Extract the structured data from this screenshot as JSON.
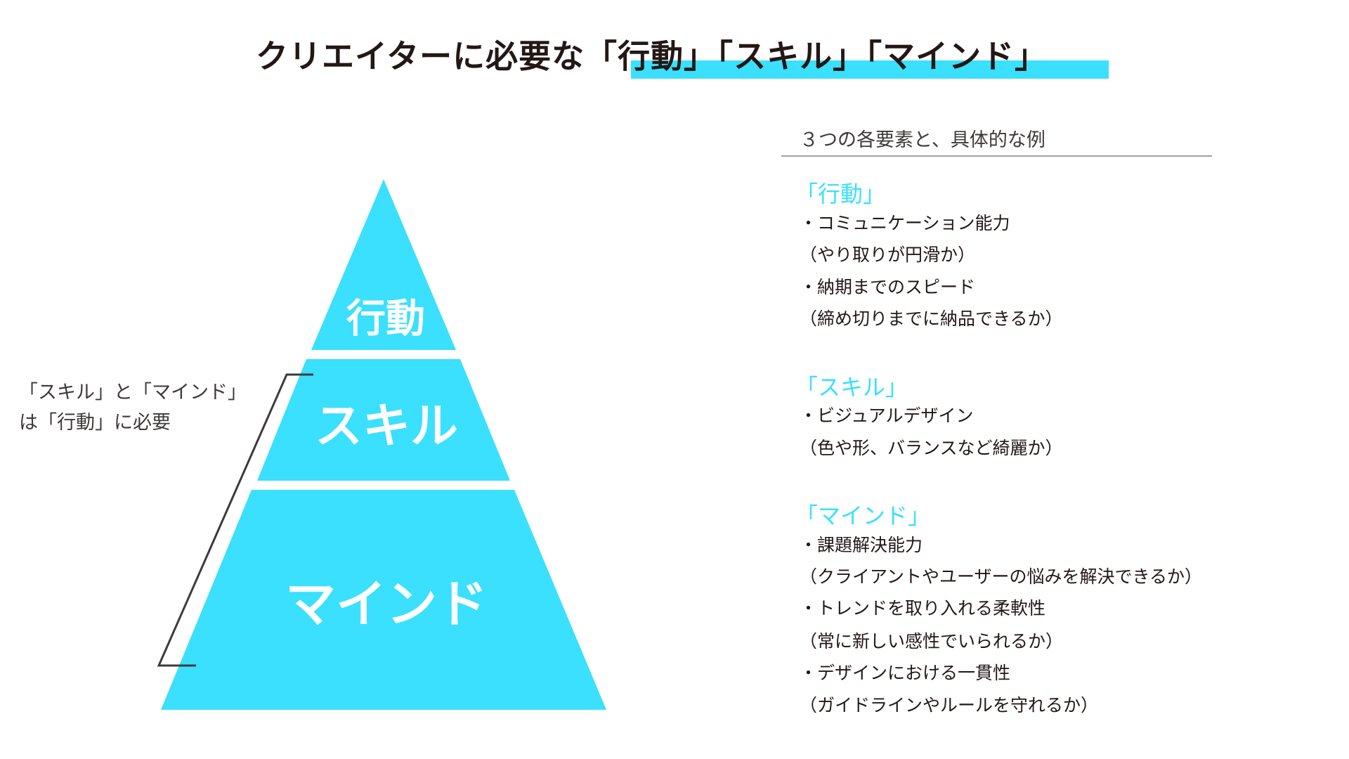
{
  "title": {
    "prefix": "クリエイターに必要な",
    "highlight": "「行動」「スキル」「マインド」"
  },
  "colors": {
    "accent": "#3ae0fd",
    "text": "#231815",
    "bracket": "#3e3a39"
  },
  "pyramid": {
    "top": "行動",
    "middle": "スキル",
    "bottom": "マインド"
  },
  "note": {
    "line1": "「スキル」と「マインド」",
    "line2": "は「行動」に必要"
  },
  "right": {
    "heading": "３つの各要素と、具体的な例",
    "sections": [
      {
        "title": "「行動」",
        "items": [
          "・コミュニケーション能力",
          "（やり取りが円滑か）",
          "・納期までのスピード",
          "（締め切りまでに納品できるか）"
        ]
      },
      {
        "title": "「スキル」",
        "items": [
          "・ビジュアルデザイン",
          "（色や形、バランスなど綺麗か）"
        ]
      },
      {
        "title": "「マインド」",
        "items": [
          "・課題解決能力",
          "（クライアントやユーザーの悩みを解決できるか）",
          "・トレンドを取り入れる柔軟性",
          "（常に新しい感性でいられるか）",
          "・デザインにおける一貫性",
          "（ガイドラインやルールを守れるか）"
        ]
      }
    ]
  }
}
